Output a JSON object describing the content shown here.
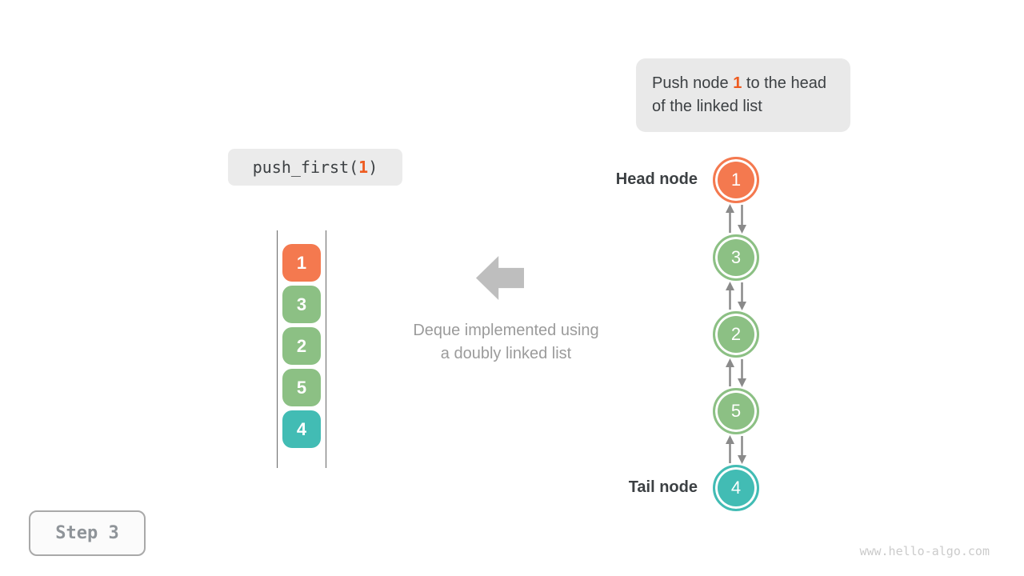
{
  "palette": {
    "orange": "#F4794F",
    "green": "#8CC084",
    "teal": "#42BCB4",
    "highlight_orange": "#EE5B1F",
    "arrow_gray": "#8A8A8A",
    "big_arrow_gray": "#BEBEBE",
    "text_dark": "#3C4043",
    "caption_gray": "#9B9B9B",
    "box_gray": "#E9E9E9",
    "stack_line": "#666666",
    "step_text": "#8F9499",
    "watermark_gray": "#CBCBCB"
  },
  "callout": {
    "prefix": "Push node ",
    "highlight": "1",
    "suffix": " to the head of the linked list"
  },
  "code_box": {
    "prefix": "push_first(",
    "arg": "1",
    "suffix": ")"
  },
  "stack": {
    "items": [
      {
        "value": "1",
        "color": "orange"
      },
      {
        "value": "3",
        "color": "green"
      },
      {
        "value": "2",
        "color": "green"
      },
      {
        "value": "5",
        "color": "green"
      },
      {
        "value": "4",
        "color": "teal"
      }
    ]
  },
  "caption": {
    "line1": "Deque implemented using",
    "line2": "a doubly linked list"
  },
  "linked_list": {
    "head_label": "Head node",
    "tail_label": "Tail node",
    "nodes": [
      {
        "value": "1",
        "color": "orange"
      },
      {
        "value": "3",
        "color": "green"
      },
      {
        "value": "2",
        "color": "green"
      },
      {
        "value": "5",
        "color": "green"
      },
      {
        "value": "4",
        "color": "teal"
      }
    ]
  },
  "step_box": {
    "label": "Step 3"
  },
  "watermark": {
    "text": "www.hello-algo.com"
  }
}
